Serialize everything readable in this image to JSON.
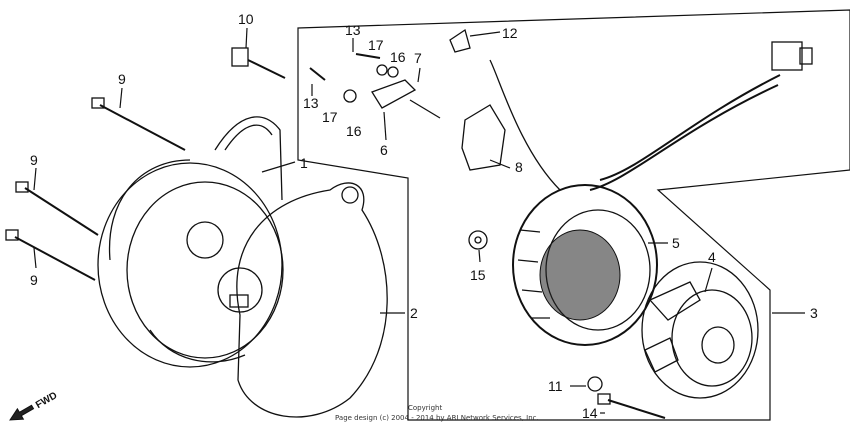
{
  "callouts": {
    "c1": "1",
    "c2": "2",
    "c3": "3",
    "c4": "4",
    "c5": "5",
    "c6": "6",
    "c7": "7",
    "c8": "8",
    "c9a": "9",
    "c9b": "9",
    "c9c": "9",
    "c10": "10",
    "c11": "11",
    "c12": "12",
    "c13a": "13",
    "c13b": "13",
    "c14": "14",
    "c15": "15",
    "c16a": "16",
    "c16b": "16",
    "c17a": "17",
    "c17b": "17"
  },
  "fwd_label": "FWD",
  "copyright_line1": "Copyright",
  "copyright_line2": "Page design (c) 2004 - 2014 by ARI Network Services, Inc."
}
